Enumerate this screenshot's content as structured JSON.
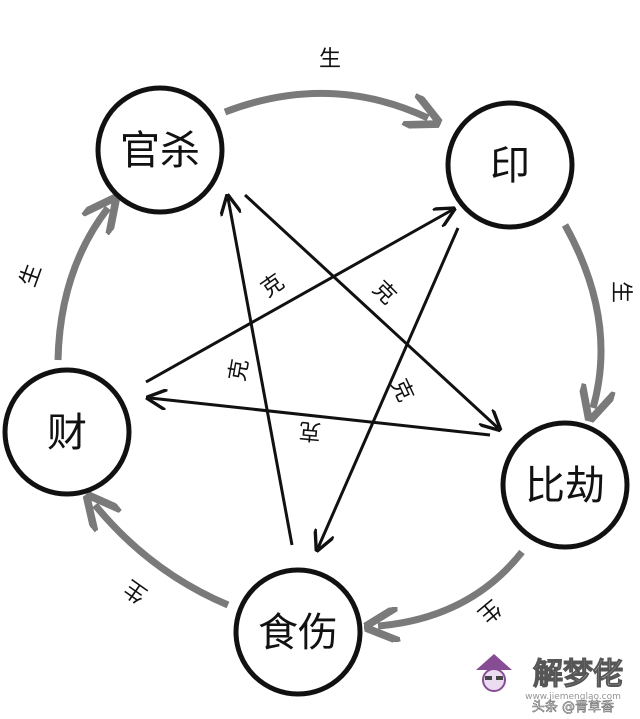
{
  "nodes": {
    "guansha": "官杀",
    "yin": "印",
    "bijie": "比劫",
    "shishang": "食伤",
    "cai": "财"
  },
  "edge_labels": {
    "sheng_top": "生",
    "sheng_right": "生",
    "sheng_bottom_right": "生",
    "sheng_bottom_left": "生",
    "sheng_left": "生",
    "ke_1": "克",
    "ke_2": "克",
    "ke_3": "克",
    "ke_4": "克",
    "ke_5": "克"
  },
  "watermark": {
    "logo": "解梦佬",
    "caption": "头条 @青草香",
    "url": "www.jiemenglao.com"
  },
  "colors": {
    "sheng_arrow": "#7a7a7a",
    "ke_arrow": "#111111",
    "circle_stroke": "#111111"
  }
}
